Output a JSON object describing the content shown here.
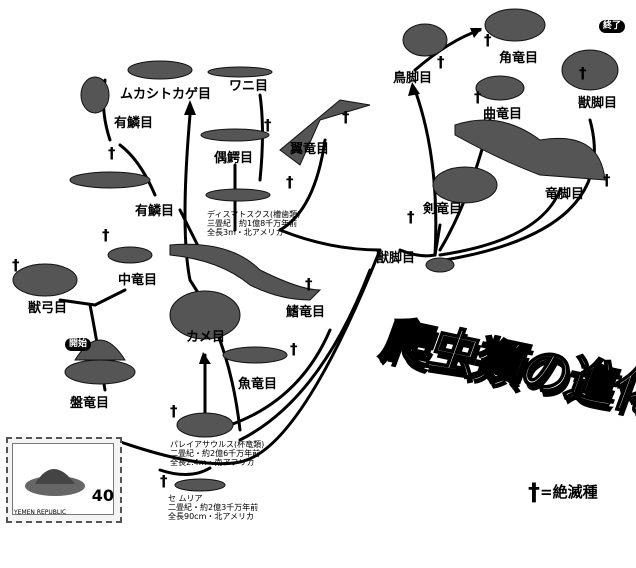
{
  "title": "爬虫類の進化分類",
  "legend": {
    "symbol": "†",
    "text": "=絶滅種"
  },
  "badges": {
    "start": "開始",
    "end": "終了"
  },
  "dagger": "†",
  "labels": {
    "mukashitokage": "ムカシトカゲ目",
    "wani": "ワニ目",
    "yuurin_upper": "有鱗目",
    "kaigaku": "偶鰐目",
    "yokuryu": "翼竜目",
    "yuurin": "有鱗目",
    "chokyaku": "鳥脚目",
    "kakuryu": "角竜目",
    "juukyaku": "獣脚目",
    "kyokuryu": "曲竜目",
    "ryukyaku": "竜脚目",
    "kenryu": "剣竜目",
    "juukyaku_root": "獣脚目",
    "chuuryu": "中竜目",
    "juukyuu": "獣弓目",
    "kubinaga": "鰭竜目",
    "kame": "カメ目",
    "gyoryu": "魚竜目",
    "banryu": "盤竜目"
  },
  "captions": {
    "dismatosuchus": [
      "ディスマトスクス(槽歯類)",
      "三畳紀・約1億8千万年前",
      "全長3m・北アメリカ"
    ],
    "paleiasaurus": [
      "パレイアサウルス(杯竜類)",
      "二畳紀・約2億6千万年前",
      "全長2.4m・南アフリカ"
    ],
    "seymouria": [
      "セ ムリア",
      "二畳紀・約2億3千万年前",
      "全長90cm・北アメリカ"
    ]
  },
  "stamp": {
    "value": "40",
    "country": "YEMEN REPUBLIC"
  }
}
